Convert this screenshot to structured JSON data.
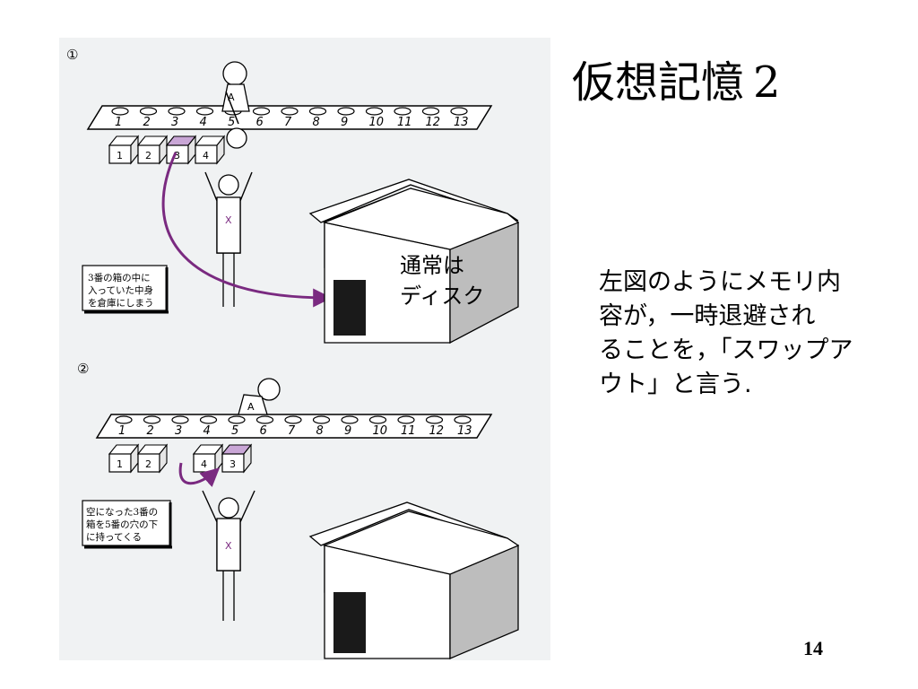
{
  "slide": {
    "title": "仮想記憶",
    "title_number": "2",
    "description_lines": [
      "左図のようにメモリ内",
      "容が，一時退避され",
      "ることを，「スワップア",
      "ウト」と言う."
    ],
    "page_number": "14"
  },
  "figure": {
    "colors": {
      "accent": "#7a2a80",
      "box_fill": "#c9a6d6",
      "paper": "#f7f7f7"
    },
    "panel1": {
      "marker": "①",
      "holes": [
        "1",
        "2",
        "3",
        "4",
        "5",
        "6",
        "7",
        "8",
        "9",
        "10",
        "11",
        "12",
        "13"
      ],
      "boxes": [
        "1",
        "2",
        "3",
        "4"
      ],
      "person_top": "A",
      "person_bottom": "X",
      "caption": [
        "3番の箱の中に",
        "入っていた中身",
        "を倉庫にしまう"
      ],
      "house_label": [
        "通常は",
        "ディスク"
      ]
    },
    "panel2": {
      "marker": "②",
      "holes": [
        "1",
        "2",
        "3",
        "4",
        "5",
        "6",
        "7",
        "8",
        "9",
        "10",
        "11",
        "12",
        "13"
      ],
      "boxes_left": [
        "1",
        "2"
      ],
      "boxes_right": [
        "4",
        "3"
      ],
      "person_top": "A",
      "person_bottom": "X",
      "caption": [
        "空になった3番の",
        "箱を5番の穴の下",
        "に持ってくる"
      ]
    }
  }
}
